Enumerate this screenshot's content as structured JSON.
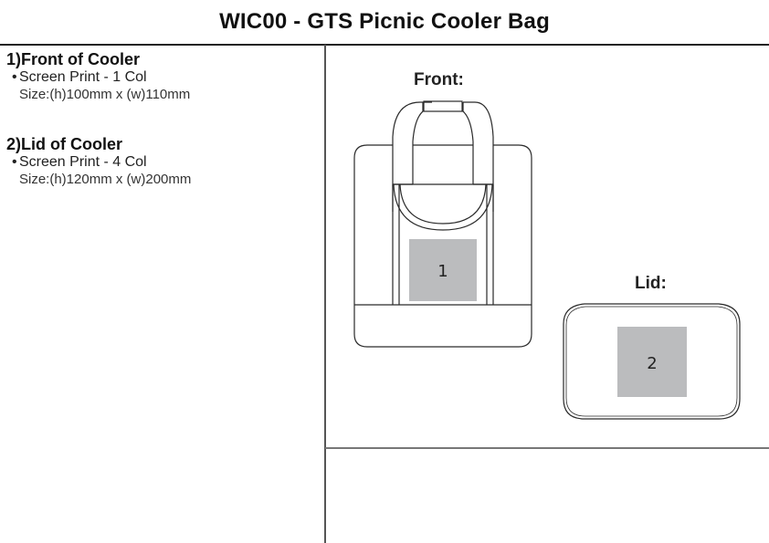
{
  "title": "WIC00 - GTS Picnic Cooler Bag",
  "specs": [
    {
      "heading": "1)Front of Cooler",
      "method": "Screen Print - 1 Col",
      "size": "Size:(h)100mm x (w)110mm"
    },
    {
      "heading": "2)Lid of Cooler",
      "method": "Screen Print - 4 Col",
      "size": "Size:(h)120mm x (w)200mm"
    }
  ],
  "views": {
    "front": {
      "label": "Front:",
      "print_area_number": "1"
    },
    "lid": {
      "label": "Lid:",
      "print_area_number": "2"
    }
  },
  "colors": {
    "print_area": "#bbbcbe",
    "outline": "#2a2a2a"
  },
  "bullet": "•"
}
